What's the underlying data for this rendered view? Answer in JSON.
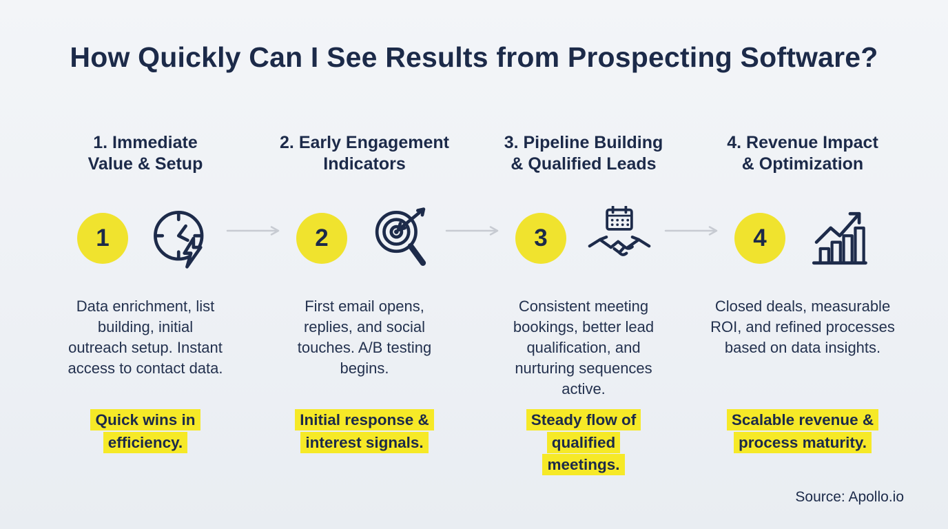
{
  "title": "How Quickly Can I See Results from Prospecting Software?",
  "source": "Source: Apollo.io",
  "colors": {
    "background": "#EEF1F5",
    "navy_text": "#1D2B4A",
    "number_circle_yellow": "#F0E32E",
    "highlight_yellow": "#F6E927",
    "arrow_gray": "#C7CBD2"
  },
  "steps": [
    {
      "number": "1",
      "heading": "1. Immediate\nValue & Setup",
      "icon": "clock-lightning-icon",
      "description": "Data enrichment, list building, initial outreach setup. Instant access to contact data.",
      "highlight": "Quick wins in efficiency."
    },
    {
      "number": "2",
      "heading": "2. Early Engagement\nIndicators",
      "icon": "target-magnifier-icon",
      "description": "First email opens, replies, and social touches. A/B testing begins.",
      "highlight": "Initial response & interest signals."
    },
    {
      "number": "3",
      "heading": "3. Pipeline Building\n& Qualified Leads",
      "icon": "calendar-handshake-icon",
      "description": "Consistent meeting bookings, better lead qualification, and nurturing sequences active.",
      "highlight": "Steady flow of qualified meetings."
    },
    {
      "number": "4",
      "heading": "4. Revenue Impact\n& Optimization",
      "icon": "growth-chart-icon",
      "description": "Closed deals, measurable ROI, and refined processes based on data insights.",
      "highlight": "Scalable revenue & process maturity."
    }
  ]
}
